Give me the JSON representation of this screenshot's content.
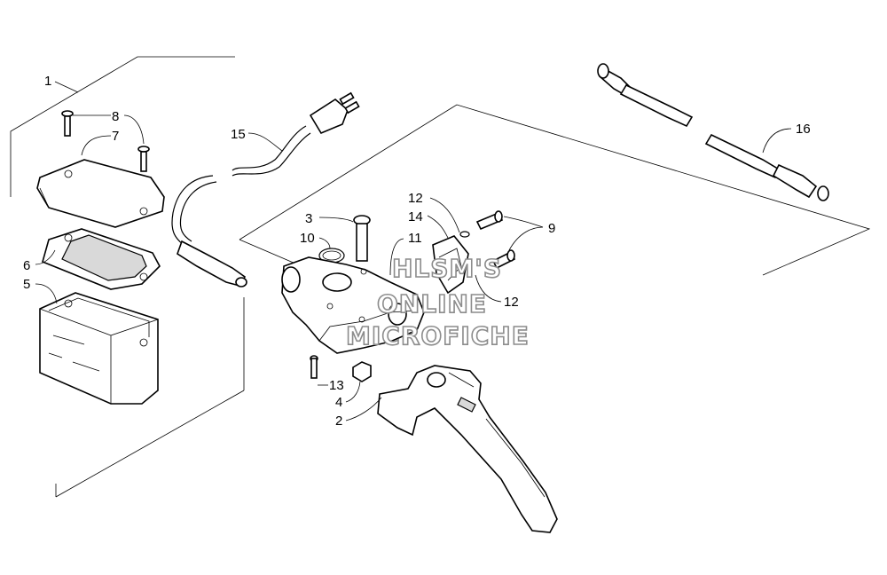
{
  "callouts": [
    {
      "id": "c1",
      "text": "1"
    },
    {
      "id": "c2",
      "text": "2"
    },
    {
      "id": "c3",
      "text": "3"
    },
    {
      "id": "c4",
      "text": "4"
    },
    {
      "id": "c5",
      "text": "5"
    },
    {
      "id": "c6",
      "text": "6"
    },
    {
      "id": "c7",
      "text": "7"
    },
    {
      "id": "c8",
      "text": "8"
    },
    {
      "id": "c9",
      "text": "9"
    },
    {
      "id": "c10",
      "text": "10"
    },
    {
      "id": "c11",
      "text": "11"
    },
    {
      "id": "c12a",
      "text": "12"
    },
    {
      "id": "c12b",
      "text": "12"
    },
    {
      "id": "c13",
      "text": "13"
    },
    {
      "id": "c14",
      "text": "14"
    },
    {
      "id": "c15",
      "text": "15"
    },
    {
      "id": "c16",
      "text": "16"
    }
  ],
  "watermark": {
    "line1": "HLSM'S",
    "line2": "ONLINE",
    "line3": "MICROFICHE"
  }
}
